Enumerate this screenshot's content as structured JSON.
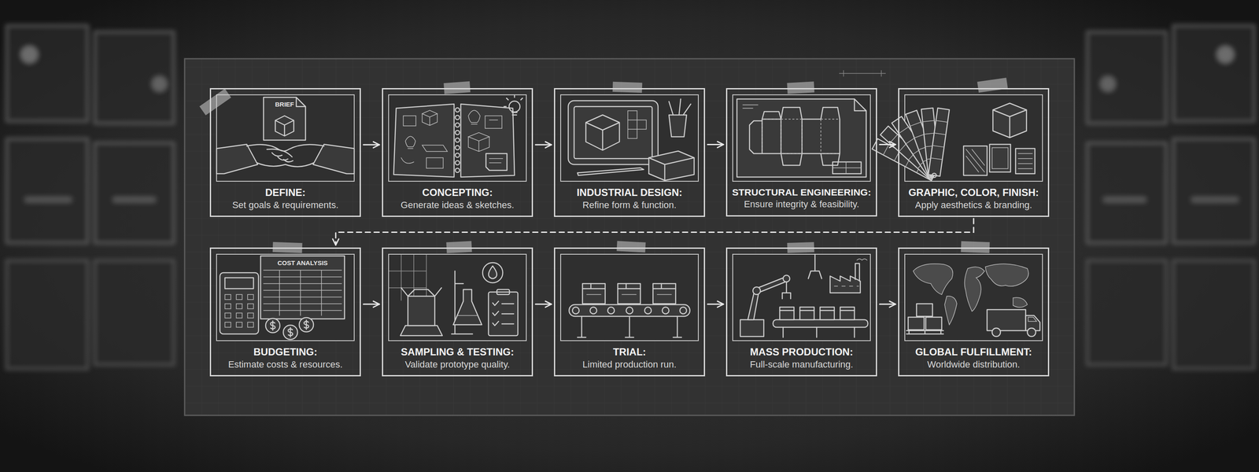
{
  "diagram": {
    "nodes": [
      {
        "text": [
          "DEFINE:",
          "Set goals & requirements."
        ]
      },
      {
        "text": [
          "CONCEPTING:",
          "Generate ideas & sketches."
        ]
      },
      {
        "text": [
          "INDUSTRIAL DESIGN:",
          "Refine form & function."
        ]
      },
      {
        "text": [
          "STRUCTURAL ENGINEERING:",
          "Ensure integrity & feasibility."
        ]
      },
      {
        "text": [
          "GRAPHIC, COLOR, FINISH:",
          "Apply aesthetics & branding."
        ]
      },
      {
        "text": [
          "BUDGETING:",
          "Estimate costs & resources."
        ]
      },
      {
        "text": [
          "SAMPLING & TESTING:",
          "Validate prototype quality."
        ]
      },
      {
        "text": [
          "TRIAL:",
          "Limited production run."
        ]
      },
      {
        "text": [
          "MASS PRODUCTION:",
          "Full-scale manufacturing."
        ]
      },
      {
        "text": [
          "GLOBAL FULFILLMENT:",
          "Worldwide distribution."
        ]
      }
    ],
    "edges": [
      {
        "from": 0,
        "to": 1,
        "arrow": "to"
      },
      {
        "from": 1,
        "to": 2,
        "arrow": "to"
      },
      {
        "from": 2,
        "to": 3,
        "arrow": "to"
      },
      {
        "from": 3,
        "to": 4,
        "arrow": "to"
      },
      {
        "from": 4,
        "to": 5,
        "arrow": "to"
      },
      {
        "from": 5,
        "to": 6,
        "arrow": "to"
      },
      {
        "from": 6,
        "to": 7,
        "arrow": "to"
      },
      {
        "from": 7,
        "to": 8,
        "arrow": "to"
      },
      {
        "from": 8,
        "to": 9,
        "arrow": "to"
      }
    ],
    "labels": [
      "BRIEF",
      "COST ANALYSIS"
    ]
  }
}
